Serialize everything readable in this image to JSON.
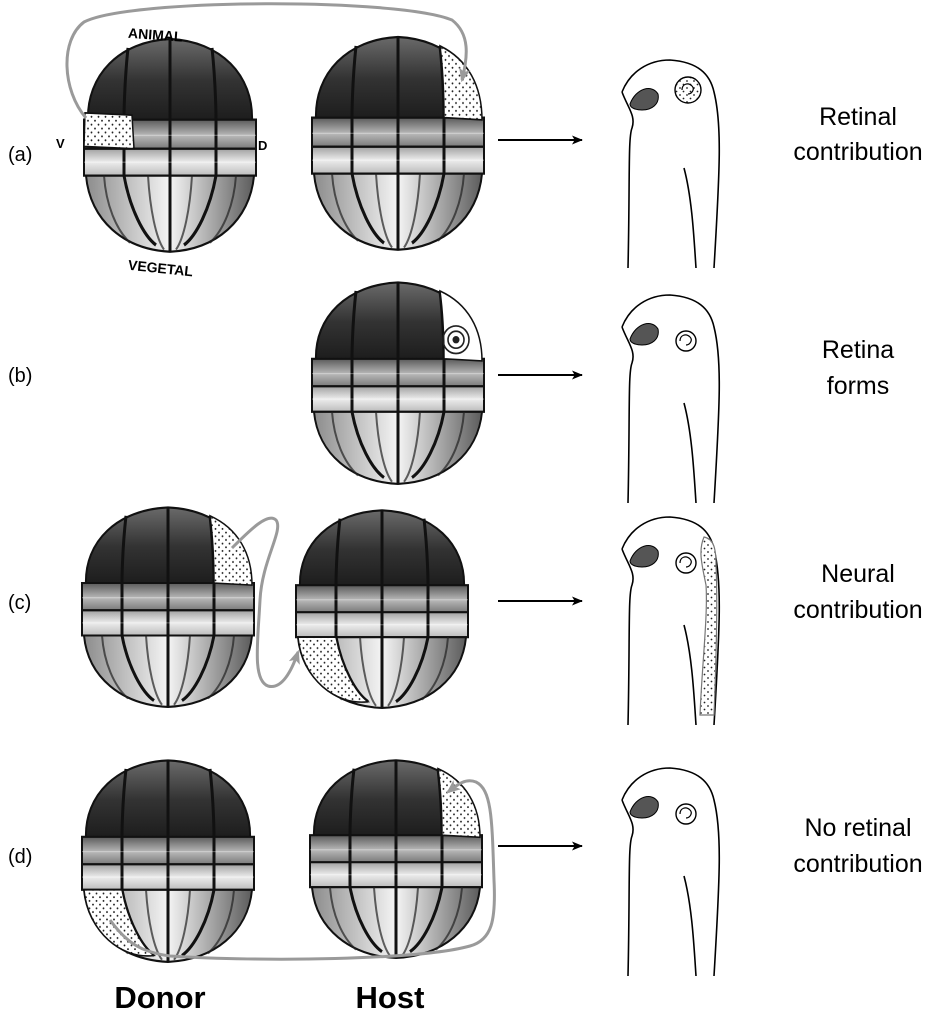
{
  "orientation": {
    "animal": "ANIMAL",
    "vegetal": "VEGETAL",
    "ventral": "V",
    "dorsal": "D"
  },
  "rows": [
    {
      "label": "(a)",
      "result": [
        "Retinal",
        "contribution"
      ]
    },
    {
      "label": "(b)",
      "result": [
        "Retina",
        "forms"
      ]
    },
    {
      "label": "(c)",
      "result": [
        "Neural",
        "contribution"
      ]
    },
    {
      "label": "(d)",
      "result": [
        "No retinal",
        "contribution"
      ]
    }
  ],
  "columns": {
    "donor": "Donor",
    "host": "Host"
  },
  "colors": {
    "animal_dark": "#2e2e2e",
    "marginal": "#8a8a8a",
    "vegetal_light": "#d8d8d8",
    "transplant_arrow": "#9a9a9a",
    "eye_fill": "#555555"
  }
}
